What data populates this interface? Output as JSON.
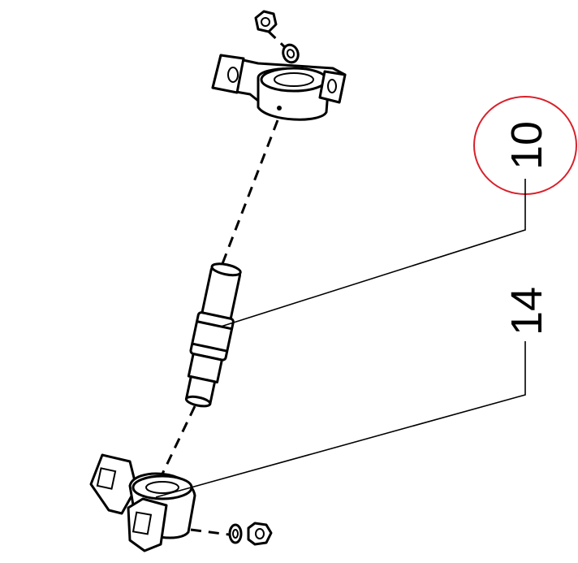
{
  "callouts": [
    {
      "id": "10",
      "label": "10",
      "highlighted": true
    },
    {
      "id": "14",
      "label": "14",
      "highlighted": false
    }
  ],
  "highlight_color": "#d9202a",
  "line_color": "#000000",
  "background": "#ffffff",
  "parts": [
    {
      "name": "hex-nut-top-icon"
    },
    {
      "name": "washer-top-icon"
    },
    {
      "name": "upper-bearing-bracket-icon"
    },
    {
      "name": "steering-shaft-icon"
    },
    {
      "name": "lower-bearing-bracket-icon"
    },
    {
      "name": "washer-bottom-icon"
    },
    {
      "name": "hex-nut-bottom-icon"
    }
  ]
}
